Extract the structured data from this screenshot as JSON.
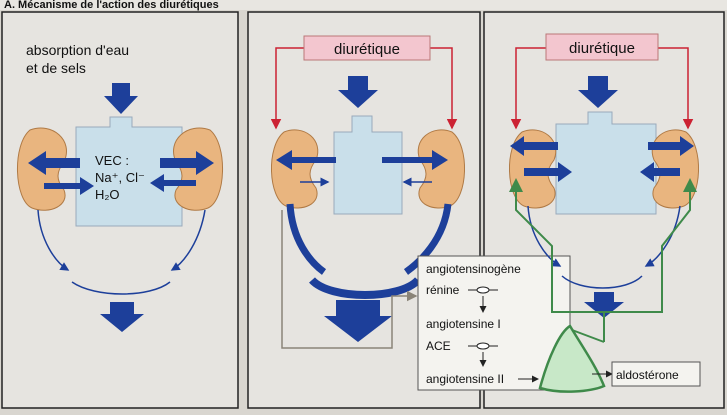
{
  "header": {
    "title": "A. Mécanisme de l'action des diurétiques"
  },
  "panel1": {
    "label_line1": "absorption d'eau",
    "label_line2": "et de sels",
    "vec_line1": "VEC :",
    "vec_line2": "Na⁺, Cl⁻",
    "vec_line3": "H₂O"
  },
  "panel2": {
    "diuretic_label": "diurétique"
  },
  "panel3": {
    "diuretic_label": "diurétique"
  },
  "raas": {
    "step1": "angiotensinogène",
    "step2": "rénine",
    "step3": "angiotensine I",
    "step4": "ACE",
    "step5": "angiotensine II",
    "output": "aldostérone"
  },
  "colors": {
    "kidney": "#e9b57f",
    "vec_box": "#c9dfea",
    "arrow_blue": "#1d3f9a",
    "diuretic_box": "#f3c6cf",
    "red_line": "#cc2233",
    "green_line": "#3f8a4a",
    "gray_line": "#8a8478"
  }
}
